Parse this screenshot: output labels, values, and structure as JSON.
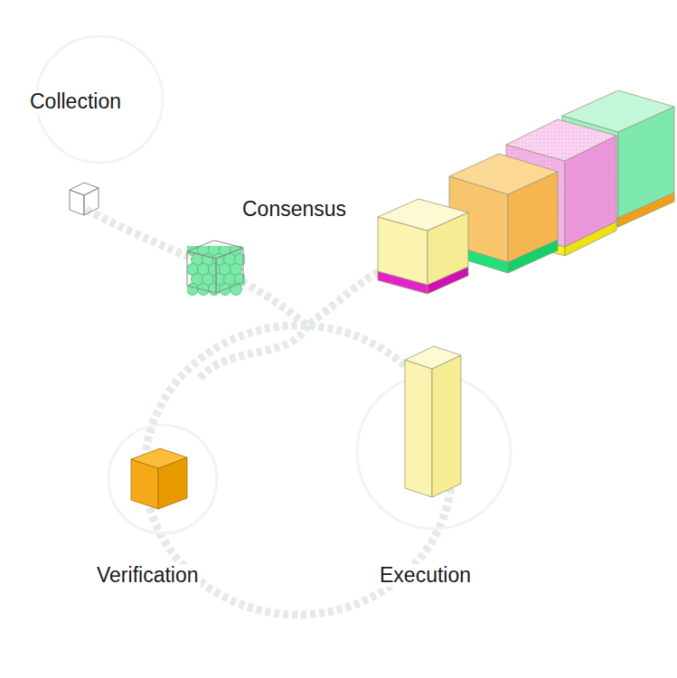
{
  "diagram": {
    "labels": [
      "Collection",
      "Consensus",
      "Verification",
      "Execution"
    ]
  }
}
